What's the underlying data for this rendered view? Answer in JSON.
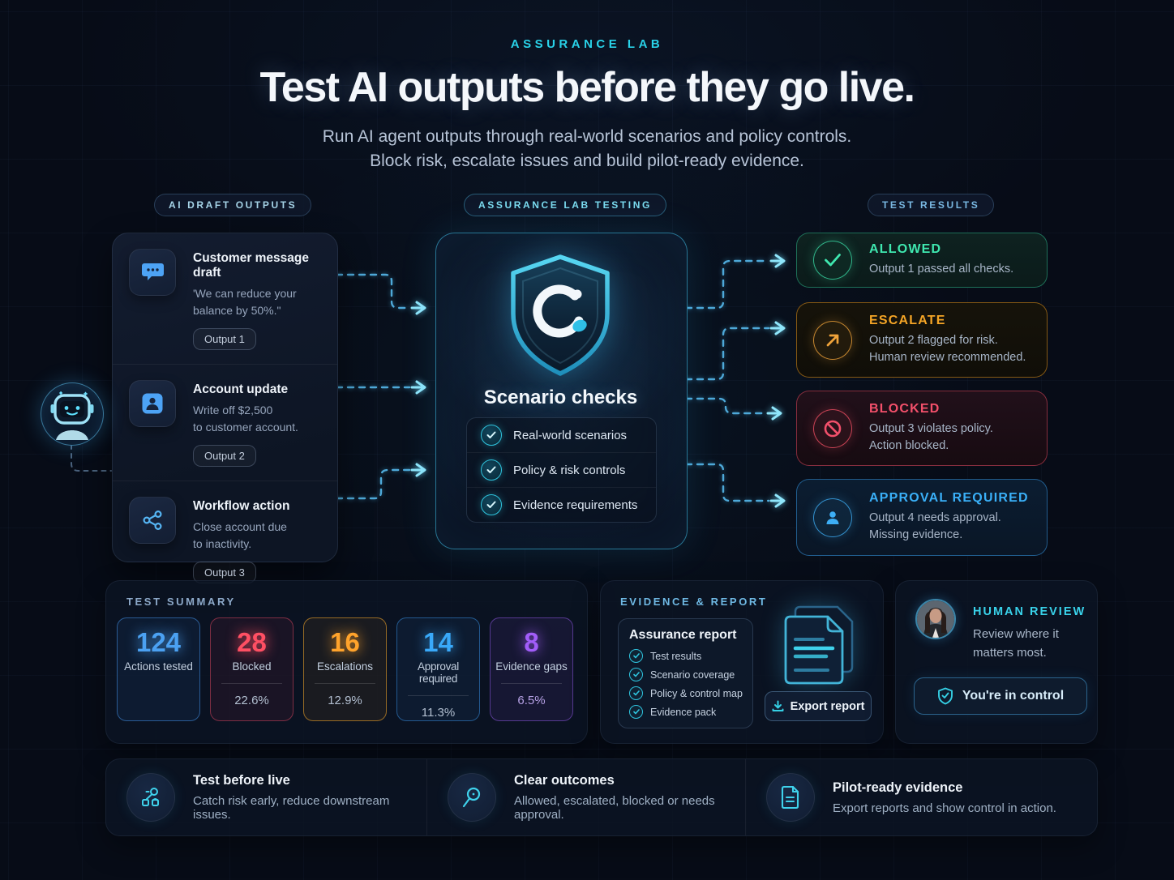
{
  "header": {
    "eyebrow": "ASSURANCE LAB",
    "title": "Test AI outputs before they go live.",
    "subtitle1": "Run AI agent outputs through real-world scenarios and policy controls.",
    "subtitle2": "Block risk, escalate issues and build pilot-ready evidence."
  },
  "column_labels": {
    "drafts": "AI DRAFT OUTPUTS",
    "testing": "ASSURANCE LAB TESTING",
    "results": "TEST RESULTS"
  },
  "drafts": {
    "items": [
      {
        "icon": "chat-bubble-icon",
        "title": "Customer message draft",
        "desc1": "'We can reduce your",
        "desc2": "balance by 50%.\"",
        "tag": "Output 1"
      },
      {
        "icon": "user-badge-icon",
        "title": "Account update",
        "desc1": "Write off $2,500",
        "desc2": "to customer account.",
        "tag": "Output 2"
      },
      {
        "icon": "workflow-share-icon",
        "title": "Workflow action",
        "desc1": "Close account due",
        "desc2": "to inactivity.",
        "tag": "Output 3"
      }
    ]
  },
  "testing": {
    "shield_icon": "shield-logo-icon",
    "heading": "Scenario checks",
    "checks": [
      "Real-world scenarios",
      "Policy & risk controls",
      "Evidence requirements"
    ]
  },
  "results": {
    "cards": [
      {
        "icon": "check-icon",
        "status": "ALLOWED",
        "line1": "Output 1 passed all checks.",
        "line2": "",
        "color": "#3fe8b0"
      },
      {
        "icon": "arrow-up-right-icon",
        "status": "ESCALATE",
        "line1": "Output 2 flagged for risk.",
        "line2": "Human review recommended.",
        "color": "#f5a526"
      },
      {
        "icon": "no-entry-icon",
        "status": "BLOCKED",
        "line1": "Output 3 violates policy.",
        "line2": "Action blocked.",
        "color": "#f4506b"
      },
      {
        "icon": "person-icon",
        "status": "APPROVAL REQUIRED",
        "line1": "Output 4 needs approval.",
        "line2": "Missing evidence.",
        "color": "#3ab0f8"
      }
    ]
  },
  "summary": {
    "heading": "TEST SUMMARY",
    "stats": [
      {
        "value": "124",
        "label": "Actions tested",
        "percent": "",
        "color": "#4ba1f2"
      },
      {
        "value": "28",
        "label": "Blocked",
        "percent": "22.6%",
        "color": "#ff4f63"
      },
      {
        "value": "16",
        "label": "Escalations",
        "percent": "12.9%",
        "color": "#ffa32b"
      },
      {
        "value": "14",
        "label": "Approval required",
        "percent": "11.3%",
        "color": "#39a9f9"
      },
      {
        "value": "8",
        "label": "Evidence gaps",
        "percent": "6.5%",
        "color": "#a15df8"
      }
    ]
  },
  "evidence": {
    "heading": "EVIDENCE & REPORT",
    "report_title": "Assurance report",
    "items": [
      "Test results",
      "Scenario coverage",
      "Policy & control map",
      "Evidence pack"
    ],
    "docs_icon": "documents-icon",
    "export_icon": "download-icon",
    "export_label": "Export report"
  },
  "review": {
    "heading": "HUMAN REVIEW",
    "desc1": "Review where it",
    "desc2": "matters most.",
    "button_icon": "shield-check-icon",
    "button_label": "You're in control"
  },
  "features": [
    {
      "icon": "org-nodes-icon",
      "title": "Test before live",
      "desc": "Catch risk early, reduce downstream issues."
    },
    {
      "icon": "magnifier-icon",
      "title": "Clear outcomes",
      "desc": "Allowed, escalated, blocked or needs approval."
    },
    {
      "icon": "document-icon",
      "title": "Pilot-ready evidence",
      "desc": "Export reports and show control in action."
    }
  ],
  "colors": {
    "accent_cyan": "#29d2e8",
    "arrow_blue": "#56baee",
    "allowed_green": "#3fe8b0",
    "escalate_orange": "#f5a526",
    "blocked_red": "#f4506b",
    "approval_blue": "#3ab0f8",
    "evidence_purple": "#a15df8",
    "background": "#070c17"
  }
}
